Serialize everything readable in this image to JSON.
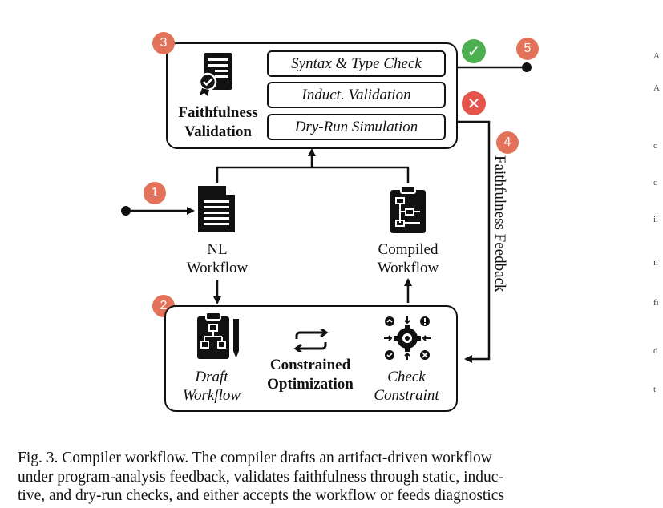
{
  "badges": {
    "b1": "1",
    "b2": "2",
    "b3": "3",
    "b4": "4",
    "b5": "5"
  },
  "validation": {
    "title_line1": "Faithfulness",
    "title_line2": "Validation",
    "checks": [
      "Syntax & Type Check",
      "Induct. Validation",
      "Dry-Run Simulation"
    ]
  },
  "inputs": {
    "nl_line1": "NL",
    "nl_line2": "Workflow",
    "compiled_line1": "Compiled",
    "compiled_line2": "Workflow"
  },
  "optimization": {
    "draft_line1": "Draft",
    "draft_line2": "Workflow",
    "title_line1": "Constrained",
    "title_line2": "Optimization",
    "check_line1": "Check",
    "check_line2": "Constraint"
  },
  "feedback_label": "Faithfulness Feedback",
  "status": {
    "pass_symbol": "✓",
    "fail_symbol": "✕"
  },
  "caption": {
    "lines": [
      "Fig. 3.  Compiler workflow. The compiler drafts an artifact-driven workflow",
      "under program-analysis feedback, validates faithfulness through static, induc-",
      "tive, and dry-run checks, and either accepts the workflow or feeds diagnostics"
    ]
  },
  "edge_glyphs": [
    "A",
    "A",
    "c",
    "c",
    "ii",
    "ii",
    "fi",
    "d",
    "t"
  ],
  "colors": {
    "badge": "#e2735a",
    "pass": "#4caf50",
    "fail": "#e5534b",
    "ink": "#111111"
  }
}
